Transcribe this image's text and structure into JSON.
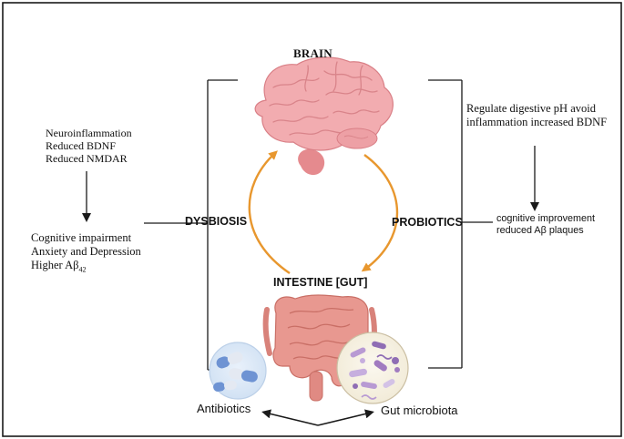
{
  "title_brain": "BRAIN",
  "title_intestine": "INTESTINE [GUT]",
  "label_dysbiosis": "DYSBIOSIS",
  "label_probiotics": "PROBIOTICS",
  "left_effects": [
    "Neuroinflammation",
    "Reduced BDNF",
    "Reduced NMDAR"
  ],
  "left_outcomes": {
    "line1": "Cognitive impairment",
    "line2": "Anxiety and Depression",
    "line3_prefix": "Higher Aβ",
    "line3_subscript": "42"
  },
  "right_effects": "Regulate digestive pH avoid inflammation increased BDNF",
  "right_outcomes": [
    "cognitive improvement",
    "reduced Aβ plaques"
  ],
  "caption_antibiotics": "Antibiotics",
  "caption_microbiota": "Gut microbiota",
  "icons": {
    "brain": "brain-icon",
    "intestine": "intestine-icon",
    "antibiotics": "pills-icon",
    "microbiota": "bacteria-icon"
  },
  "colors": {
    "cycle_arrow": "#e8972e",
    "brain": "#f1a9ad",
    "intestine": "#e79a94",
    "pill_blue": "#6e93d3",
    "bacteria": "#a17bc0",
    "lines": "#1a1a1a"
  }
}
